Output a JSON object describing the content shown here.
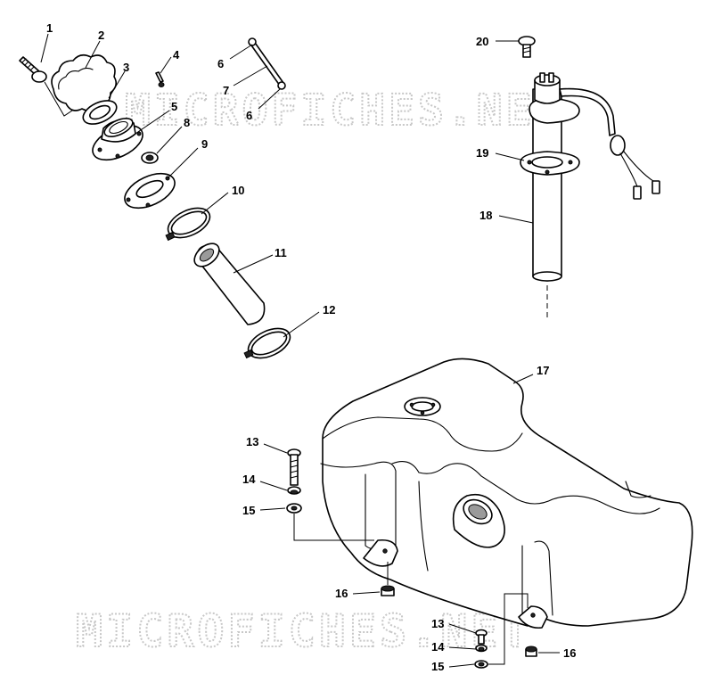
{
  "watermark": {
    "text": "MICROFICHES.NET",
    "color": "#c8c8c8"
  },
  "callouts": {
    "c1": "1",
    "c2": "2",
    "c3": "3",
    "c4": "4",
    "c5": "5",
    "c6a": "6",
    "c6b": "6",
    "c7": "7",
    "c8": "8",
    "c9": "9",
    "c10": "10",
    "c11": "11",
    "c12": "12",
    "c13a": "13",
    "c13b": "13",
    "c14a": "14",
    "c14b": "14",
    "c15a": "15",
    "c15b": "15",
    "c16a": "16",
    "c16b": "16",
    "c17": "17",
    "c18": "18",
    "c19": "19",
    "c20": "20"
  },
  "colors": {
    "line": "#000000",
    "background": "#ffffff"
  }
}
